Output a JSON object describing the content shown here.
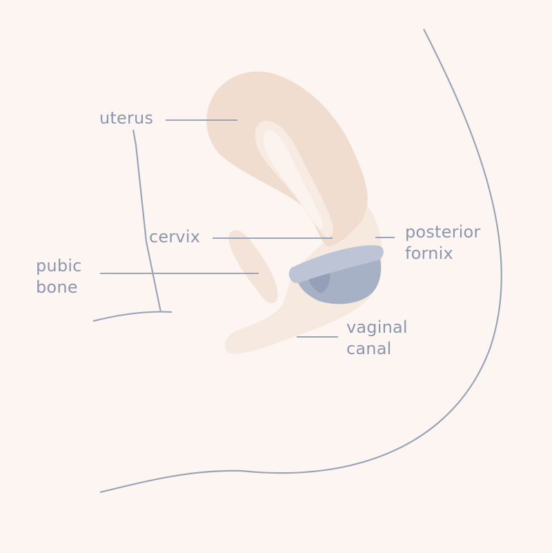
{
  "labels": {
    "uterus": "uterus",
    "cervix": "cervix",
    "pubic_bone": [
      "pubic",
      "bone"
    ],
    "posterior_fornix": [
      "posterior",
      "fornix"
    ],
    "vaginal_canal": [
      "vaginal",
      "canal"
    ]
  },
  "colors": {
    "background": "#fdf5f2",
    "uterus": "#f0ddd0",
    "uterus_lining": "#f7ebe3",
    "uterus_cavity": "#fbf3ee",
    "vaginal_tissue": "#f6e9e0",
    "pubic_bone": "#f3e3d8",
    "device": "#a7b1c6",
    "device_rim": "#bcc4d5",
    "device_shadow": "#95a0b8",
    "outline": "#9aa4b7",
    "label_text": "#8c97ad"
  }
}
